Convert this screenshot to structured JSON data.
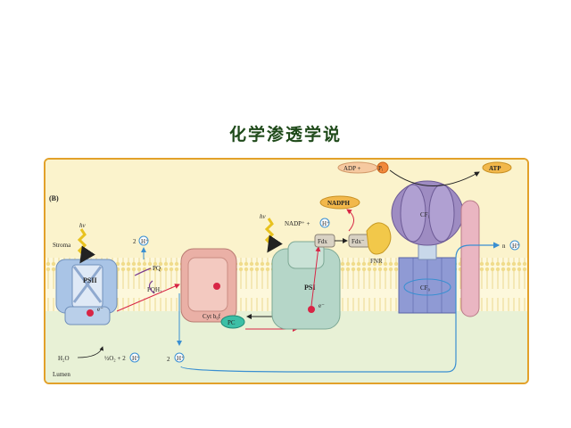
{
  "title": "化学渗透学说",
  "figure": {
    "panel_label": "(B)",
    "stroma": "Stroma",
    "lumen": "Lumen",
    "hv": "hν",
    "psii": "PSII",
    "psi": "PSI",
    "pq": "PQ",
    "pqh2": "PQH₂",
    "cyt": "Cyt b₆f",
    "pc": "PC",
    "fdx": "Fdx",
    "fdx_red": "Fdx⁻",
    "fnr": "FNR",
    "nadph": "NADPH",
    "nadp": "NADP⁺ +",
    "h": "H⁺",
    "two": "2",
    "adp": "ADP +",
    "pi": "Pᵢ",
    "atp": "ATP",
    "cf1": "CF₁",
    "cf0": "CF₀",
    "n": "n",
    "h2o": "H₂O",
    "half_o2": "½O₂ + 2",
    "e": "e⁻",
    "p": "P"
  },
  "colors": {
    "title": "#1f4a1a",
    "frame": "#e2a12a",
    "background": "#fdf8dc",
    "membrane": "#f3e7a8",
    "psii": "#a9c4e6",
    "psi": "#b5d6c8",
    "cyt": "#eab0a6",
    "cf1": "#9e8cc2",
    "cf0": "#8f9ad4",
    "electron": "#d82545",
    "proton": "#3a8fd1",
    "nadph": "#f2b84b",
    "atp": "#f2b84b"
  }
}
